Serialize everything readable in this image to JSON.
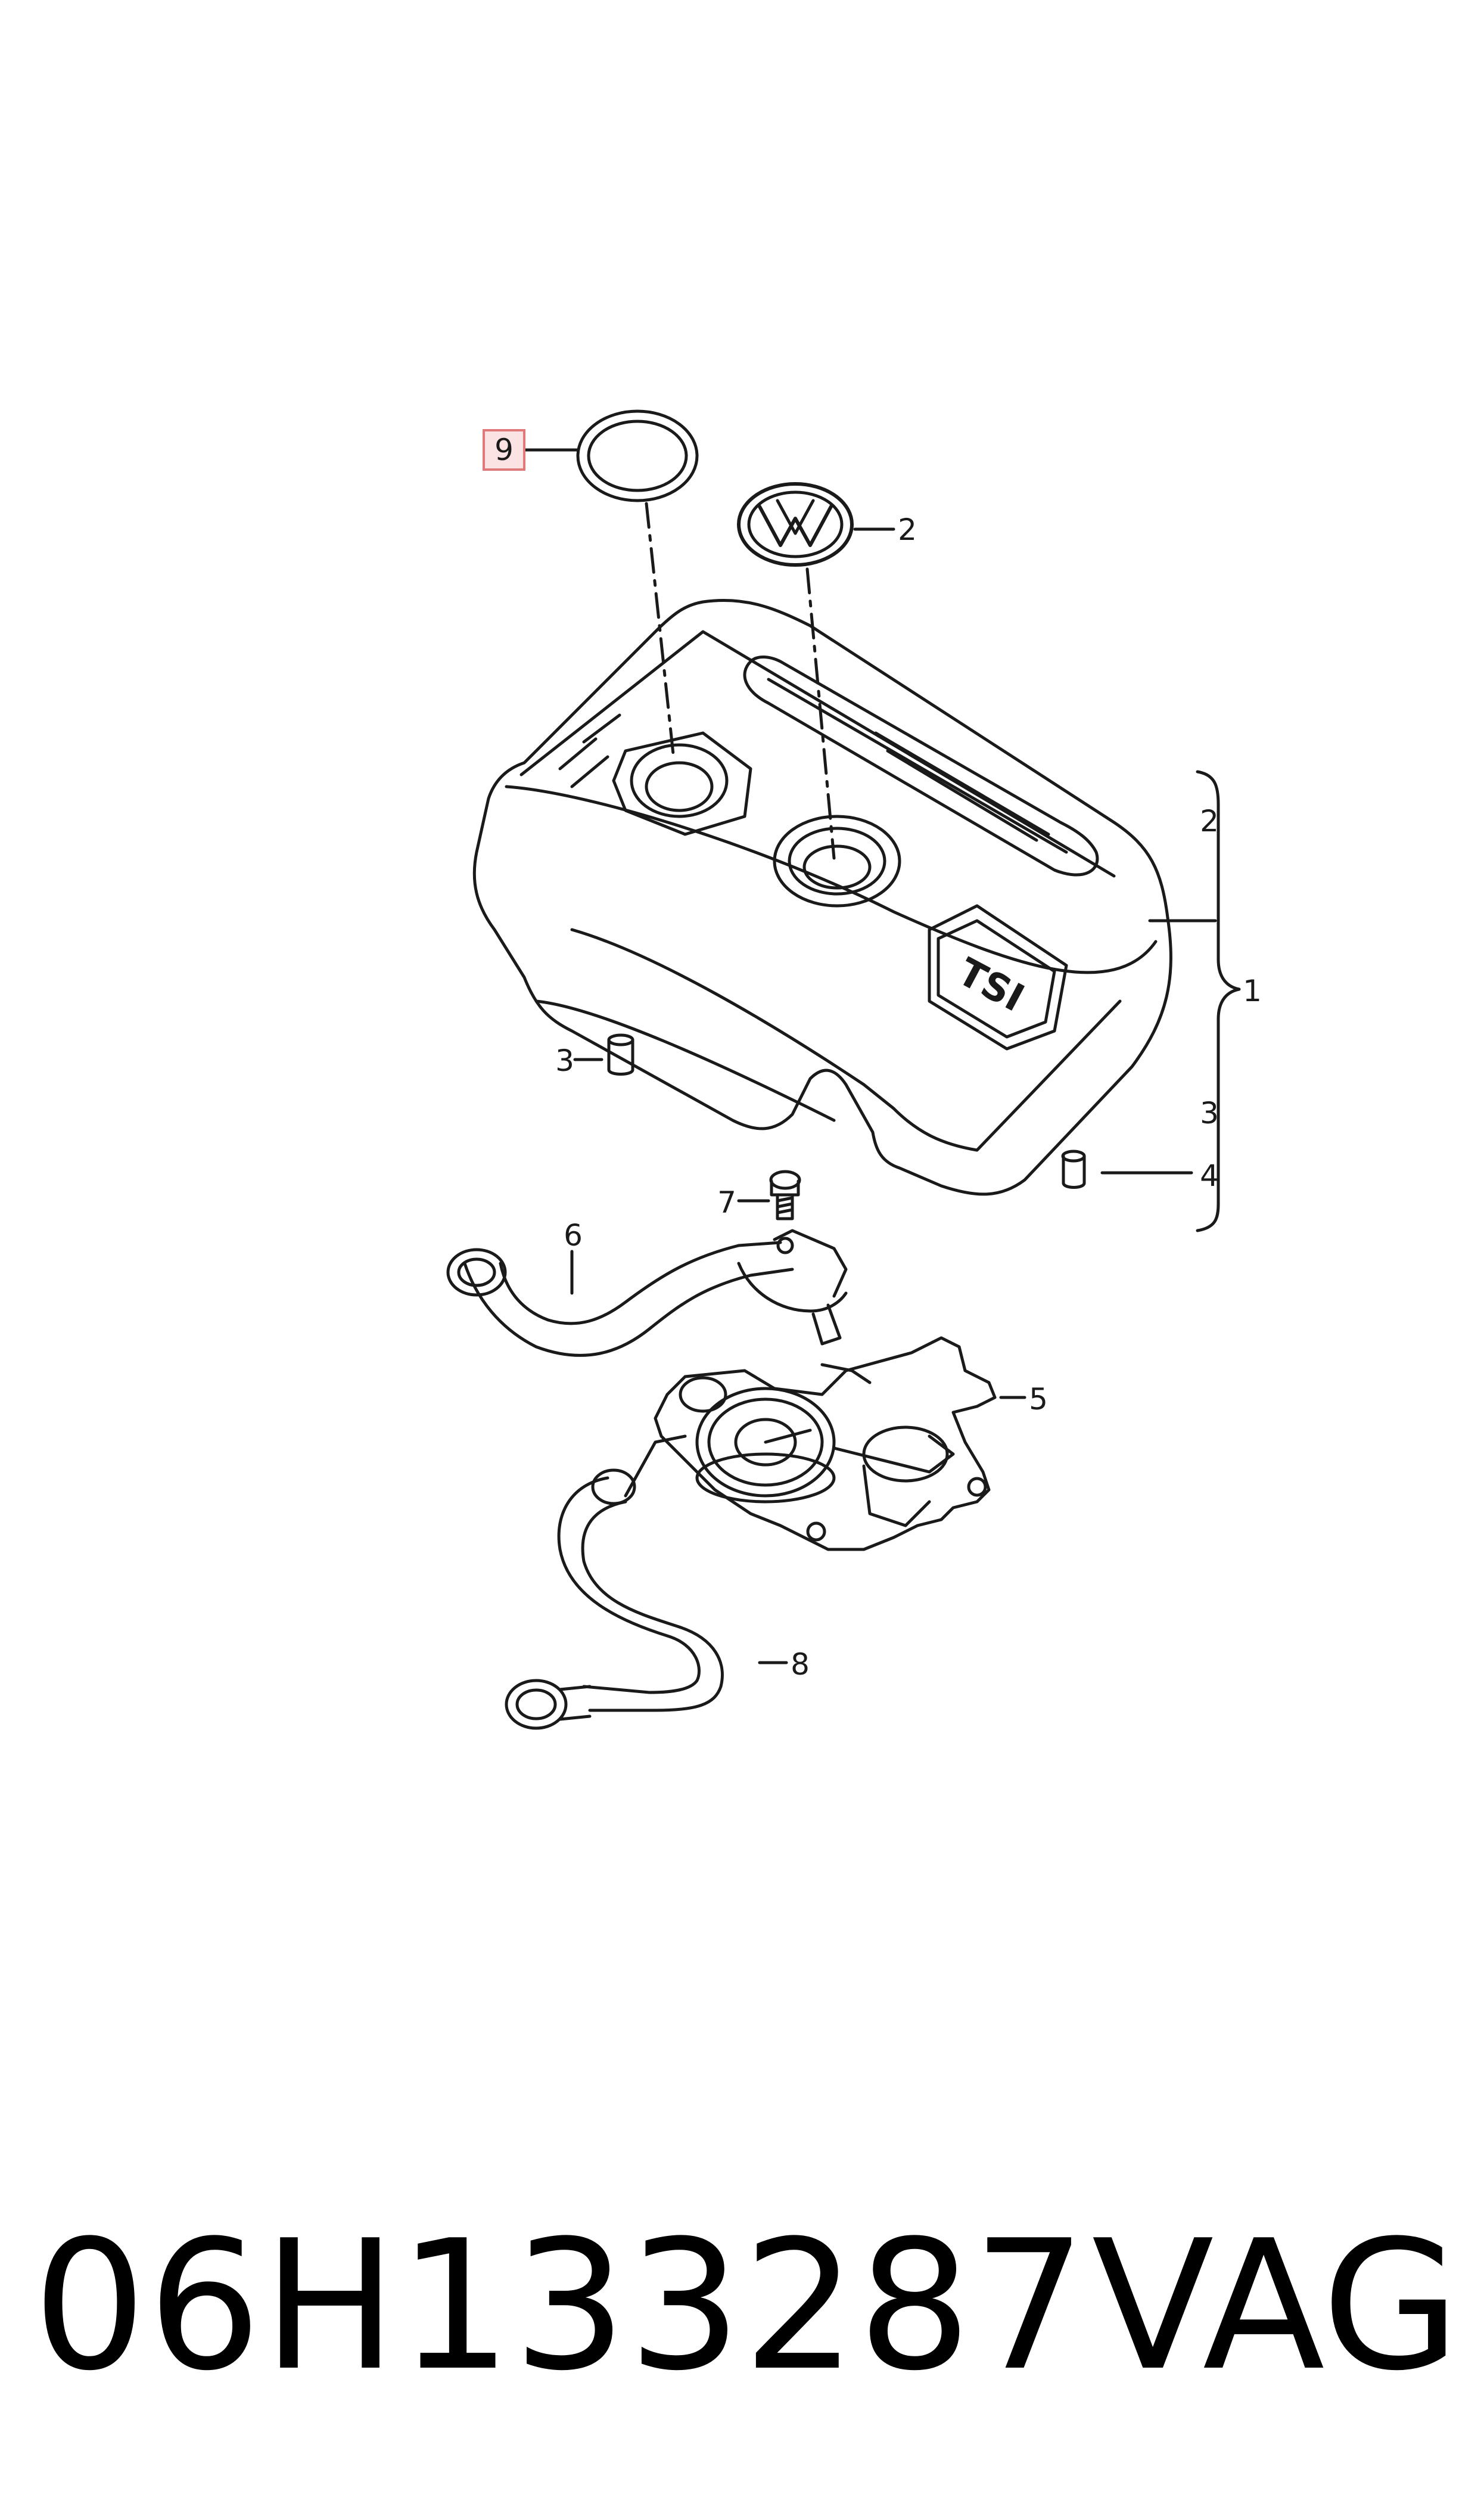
{
  "callouts": {
    "c9": "9",
    "c2_top": "2",
    "c2_bracket": "2",
    "c1": "1",
    "c3_bracket": "3",
    "c4": "4",
    "c3_left": "3",
    "c7": "7",
    "c6": "6",
    "c5": "5",
    "c8": "8"
  },
  "cover_badge": "TSI",
  "footer": {
    "part_number": "06H133287",
    "brand": "VAG"
  },
  "colors": {
    "line": "#1a1a1a",
    "highlight_fill": "#fbe3e3",
    "highlight_stroke": "#e07a7a"
  }
}
